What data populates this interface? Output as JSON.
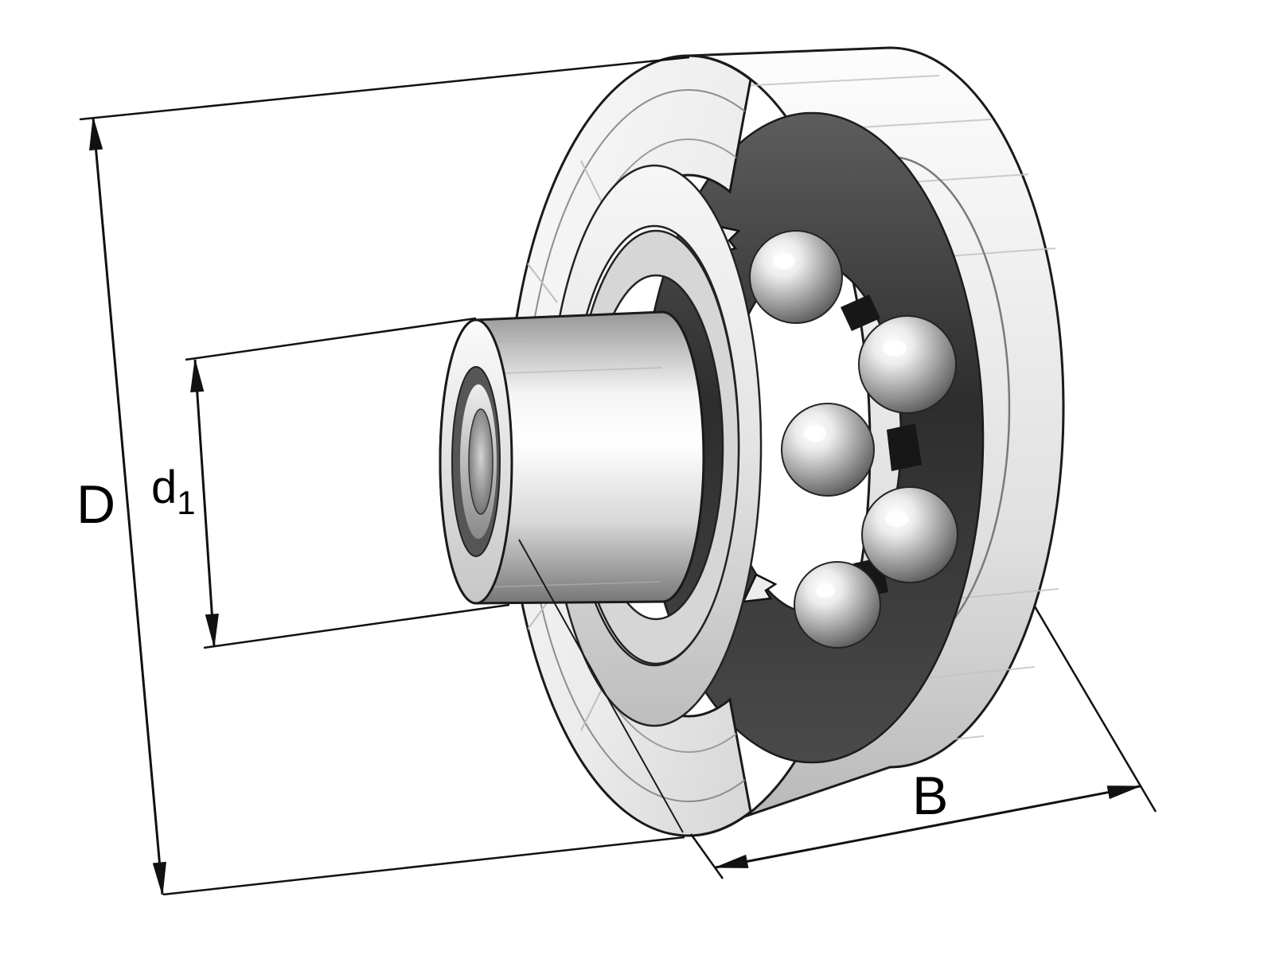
{
  "diagram": {
    "type": "technical-drawing",
    "labels": {
      "outer_diameter": "D",
      "bore_diameter": "d",
      "bore_diameter_subscript": "1",
      "width": "B"
    },
    "colors": {
      "line": "#1a1a1a",
      "background": "#ffffff",
      "metal_light": "#f5f5f5",
      "metal_mid": "#d9d9d9",
      "metal_dark": "#3a3a3a"
    }
  }
}
